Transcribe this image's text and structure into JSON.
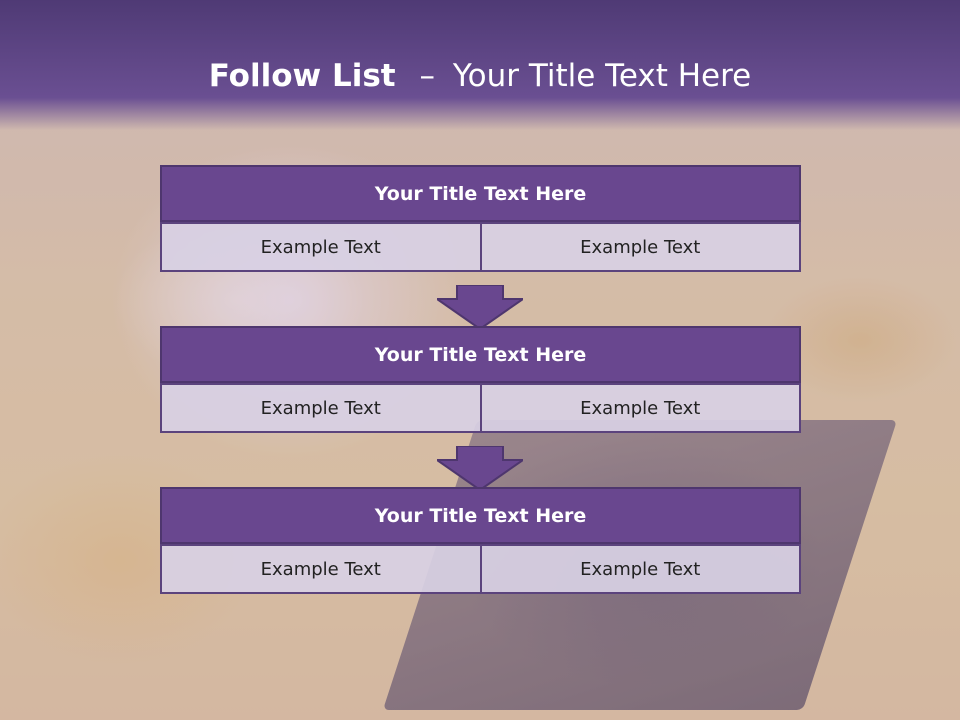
{
  "slide": {
    "title_bold": "Follow List",
    "title_dash": "–",
    "title_rest": "Your Title Text Here"
  },
  "blocks": [
    {
      "title": "Your Title Text Here",
      "left": "Example Text",
      "right": "Example Text"
    },
    {
      "title": "Your Title Text Here",
      "left": "Example Text",
      "right": "Example Text"
    },
    {
      "title": "Your Title Text Here",
      "left": "Example Text",
      "right": "Example Text"
    }
  ],
  "colors": {
    "header": "#5a4282",
    "block_title": "#69478f",
    "cell": "#d8d0e4",
    "arrow": "#69478f"
  }
}
